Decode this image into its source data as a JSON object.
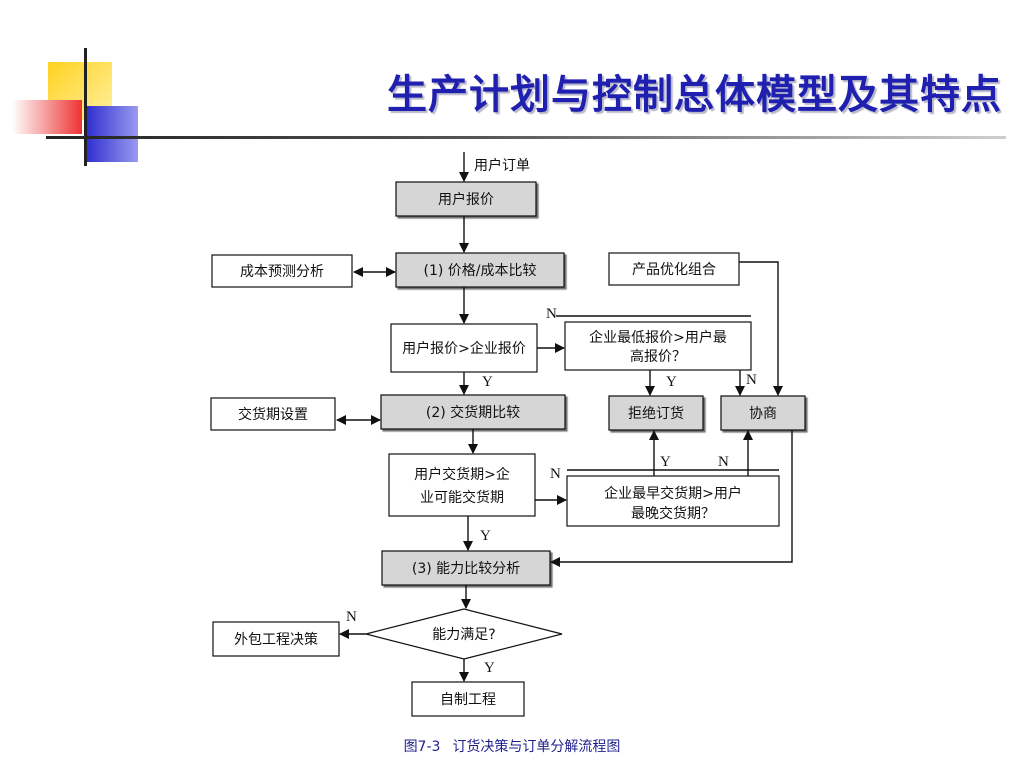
{
  "title": "生产计划与控制总体模型及其特点",
  "diagram": {
    "user_order": "用户订单",
    "user_quote": "用户报价",
    "price_cost_compare": "(1) 价格/成本比较",
    "cost_forecast": "成本预测分析",
    "product_mix": "产品优化组合",
    "price_decision_1": "用户报价>企业报价",
    "price_decision_2_l1": "企业最低报价>用户最",
    "price_decision_2_l2": "高报价？",
    "reject_order": "拒绝订货",
    "negotiate": "协商",
    "delivery_setting": "交货期设置",
    "delivery_compare": "(2) 交货期比较",
    "delivery_decision_1_l1": "用户交货期>企",
    "delivery_decision_1_l2": "业可能交货期",
    "delivery_decision_2_l1": "企业最早交货期>用户",
    "delivery_decision_2_l2": "最晚交货期？",
    "capacity_analysis": "(3) 能力比较分析",
    "capacity_enough": "能力满足?",
    "outsourcing": "外包工程决策",
    "self_made": "自制工程",
    "yes": "Y",
    "no": "N"
  },
  "caption": {
    "figure_no": "图7-3",
    "text": "订货决策与订单分解流程图"
  },
  "colors": {
    "title": "#1f1fb0",
    "caption": "#1f1f8f",
    "shaded_box": "#d6d6d6",
    "deco_yellow": "#ffd21f",
    "deco_red": "#ee3333",
    "deco_blue": "#3a3ad8"
  }
}
